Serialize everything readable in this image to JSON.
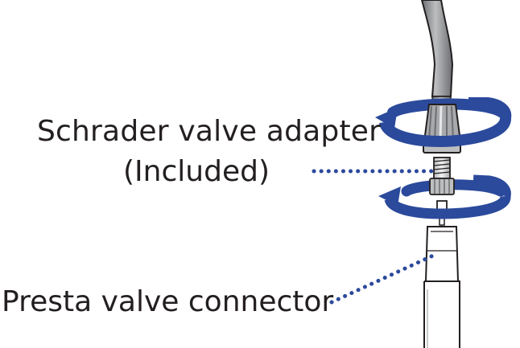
{
  "labels": {
    "schrader": "Schrader valve adapter",
    "included": "(Included)",
    "presta": "Presta valve connector"
  },
  "parts": {
    "hose": "hose",
    "pump_head": "pump-head",
    "schrader_adapter": "schrader-adapter",
    "presta_valve": "presta-valve",
    "rotate_arrow_upper": "rotate-arrow-icon",
    "rotate_arrow_lower": "rotate-arrow-icon"
  },
  "colors": {
    "arrow": "#2b4a9b",
    "outline": "#231f20",
    "hose_fill": "#a7a9ac",
    "hose_dark": "#808285",
    "leader": "#2b4a9b"
  }
}
